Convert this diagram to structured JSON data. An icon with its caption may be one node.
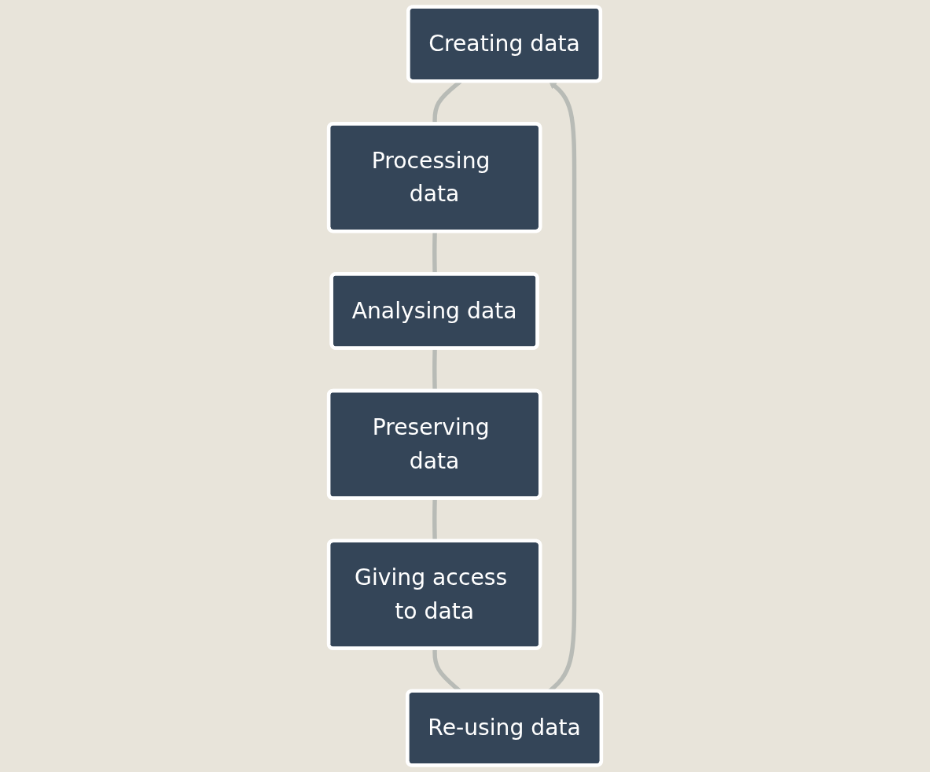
{
  "diagram": {
    "nodes": [
      {
        "text": [
          "Creating data"
        ]
      },
      {
        "text": [
          "Processing data"
        ]
      },
      {
        "text": [
          "Analysing data"
        ]
      },
      {
        "text": [
          "Preserving data"
        ]
      },
      {
        "text": [
          "Giving access to data"
        ]
      },
      {
        "text": [
          "Re-using data"
        ]
      }
    ],
    "edges": [
      {
        "from": 0,
        "to": 1,
        "arrow": "none"
      },
      {
        "from": 1,
        "to": 2,
        "arrow": "none"
      },
      {
        "from": 2,
        "to": 3,
        "arrow": "none"
      },
      {
        "from": 3,
        "to": 4,
        "arrow": "none"
      },
      {
        "from": 4,
        "to": 5,
        "arrow": "none"
      },
      {
        "from": 5,
        "to": 0,
        "arrow": "to"
      }
    ]
  }
}
